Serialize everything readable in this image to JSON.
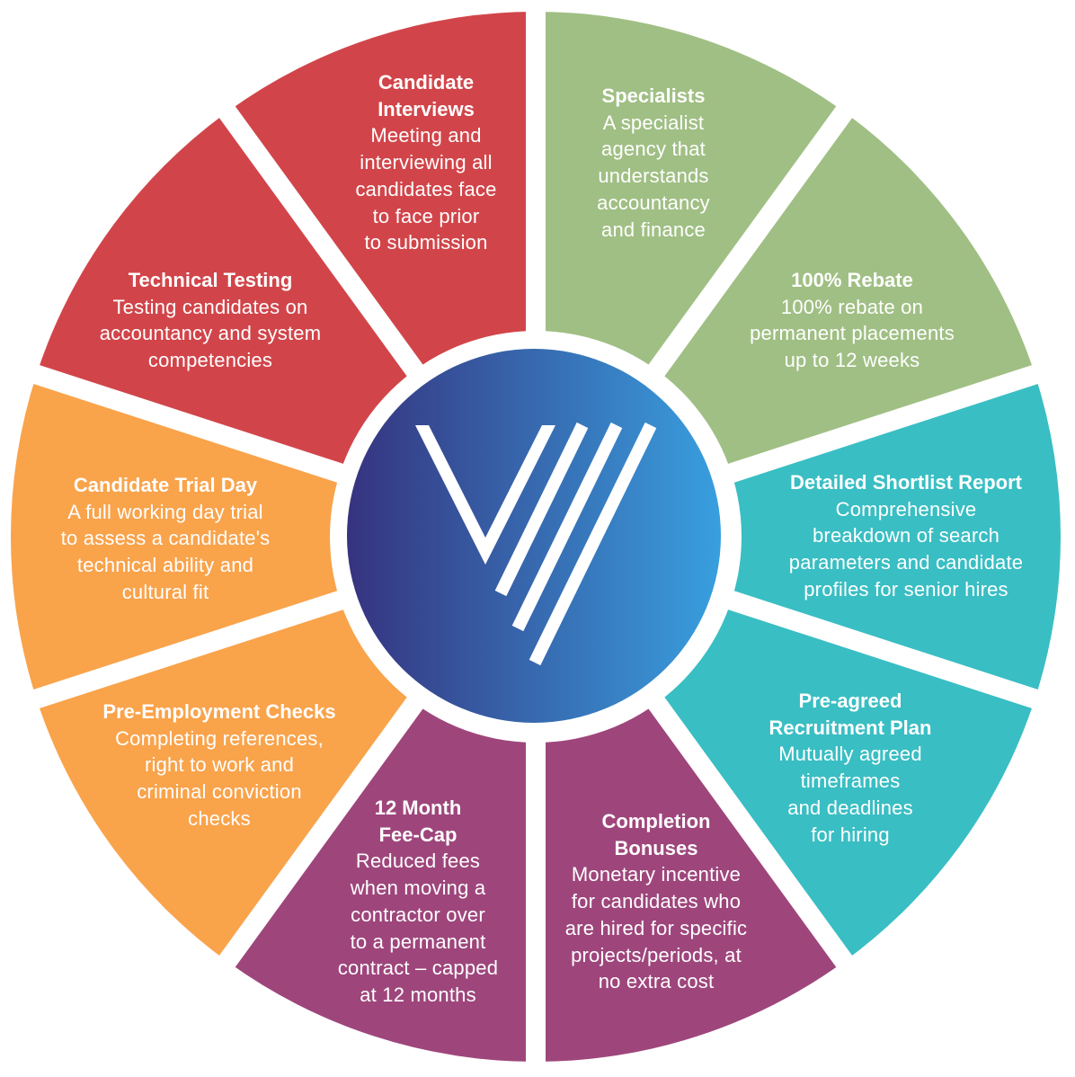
{
  "colors": {
    "red": "#D1454A",
    "green": "#A0BF84",
    "teal": "#39BEC3",
    "purple": "#9E467C",
    "orange": "#F9A34B",
    "center_start": "#36337F",
    "center_end": "#389FDF"
  },
  "logo": {
    "icon": "v-stripes-logo"
  },
  "segments": [
    {
      "id": "specialists",
      "color": "green",
      "title": [
        "Specialists"
      ],
      "body": [
        "A specialist",
        "agency that",
        "understands",
        "accountancy",
        "and finance"
      ]
    },
    {
      "id": "rebate",
      "color": "green",
      "title": [
        "100% Rebate"
      ],
      "body": [
        "100% rebate on",
        "permanent placements",
        "up to 12 weeks"
      ]
    },
    {
      "id": "shortlist-report",
      "color": "teal",
      "title": [
        "Detailed Shortlist Report"
      ],
      "body": [
        "Comprehensive",
        "breakdown of search",
        "parameters and candidate",
        "profiles for senior hires"
      ]
    },
    {
      "id": "recruitment-plan",
      "color": "teal",
      "title": [
        "Pre-agreed",
        "Recruitment Plan"
      ],
      "body": [
        "Mutually agreed",
        "timeframes",
        "and deadlines",
        "for hiring"
      ]
    },
    {
      "id": "completion-bonuses",
      "color": "purple",
      "title": [
        "Completion",
        "Bonuses"
      ],
      "body": [
        "Monetary incentive",
        "for candidates who",
        "are hired for specific",
        "projects/periods, at",
        "no extra cost"
      ]
    },
    {
      "id": "fee-cap",
      "color": "purple",
      "title": [
        "12 Month",
        "Fee-Cap"
      ],
      "body": [
        "Reduced fees",
        "when moving a",
        "contractor over",
        "to a permanent",
        "contract – capped",
        "at 12 months"
      ]
    },
    {
      "id": "pre-employment-checks",
      "color": "orange",
      "title": [
        "Pre-Employment Checks"
      ],
      "body": [
        "Completing references,",
        "right to work and",
        "criminal conviction",
        "checks"
      ]
    },
    {
      "id": "trial-day",
      "color": "orange",
      "title": [
        "Candidate Trial Day"
      ],
      "body": [
        "A full working day trial",
        "to assess a candidate's",
        "technical ability and",
        "cultural fit"
      ]
    },
    {
      "id": "technical-testing",
      "color": "red",
      "title": [
        "Technical Testing"
      ],
      "body": [
        "Testing candidates on",
        "accountancy and system",
        "competencies"
      ]
    },
    {
      "id": "candidate-interviews",
      "color": "red",
      "title": [
        "Candidate",
        "Interviews"
      ],
      "body": [
        "Meeting and",
        "interviewing all",
        "candidates face",
        "to face prior",
        "to submission"
      ]
    }
  ]
}
